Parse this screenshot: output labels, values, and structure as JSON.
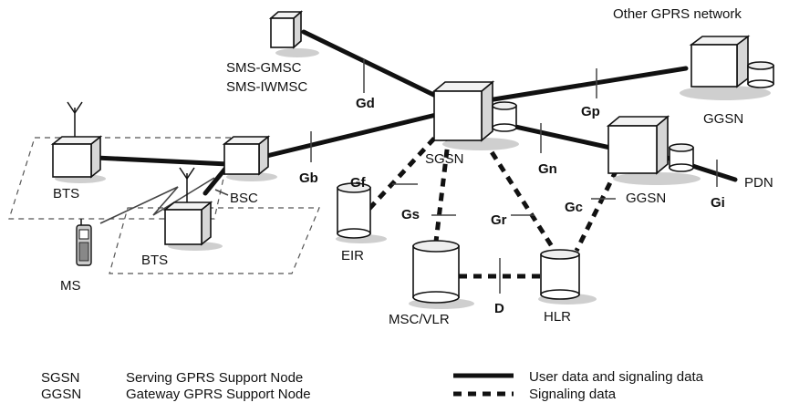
{
  "nodes": {
    "sms_gmsc": "SMS-GMSC",
    "sms_iwmsc": "SMS-IWMSC",
    "other_network": "Other GPRS network",
    "ggsn_top": "GGSN",
    "sgsn": "SGSN",
    "ggsn": "GGSN",
    "pdn": "PDN",
    "bts_left": "BTS",
    "bsc": "BSC",
    "bts_bottom": "BTS",
    "ms": "MS",
    "eir": "EIR",
    "msc_vlr": "MSC/VLR",
    "hlr": "HLR"
  },
  "interfaces": {
    "gd": "Gd",
    "gb": "Gb",
    "gp": "Gp",
    "gn": "Gn",
    "gf": "Gf",
    "gs": "Gs",
    "gr": "Gr",
    "gc": "Gc",
    "gi": "Gi",
    "d": "D"
  },
  "legend": {
    "sgsn_abbr": "SGSN",
    "sgsn_full": "Serving GPRS Support Node",
    "ggsn_abbr": "GGSN",
    "ggsn_full": "Gateway GPRS Support Node",
    "solid_line": "User data and signaling data",
    "dashed_line": "Signaling data"
  }
}
